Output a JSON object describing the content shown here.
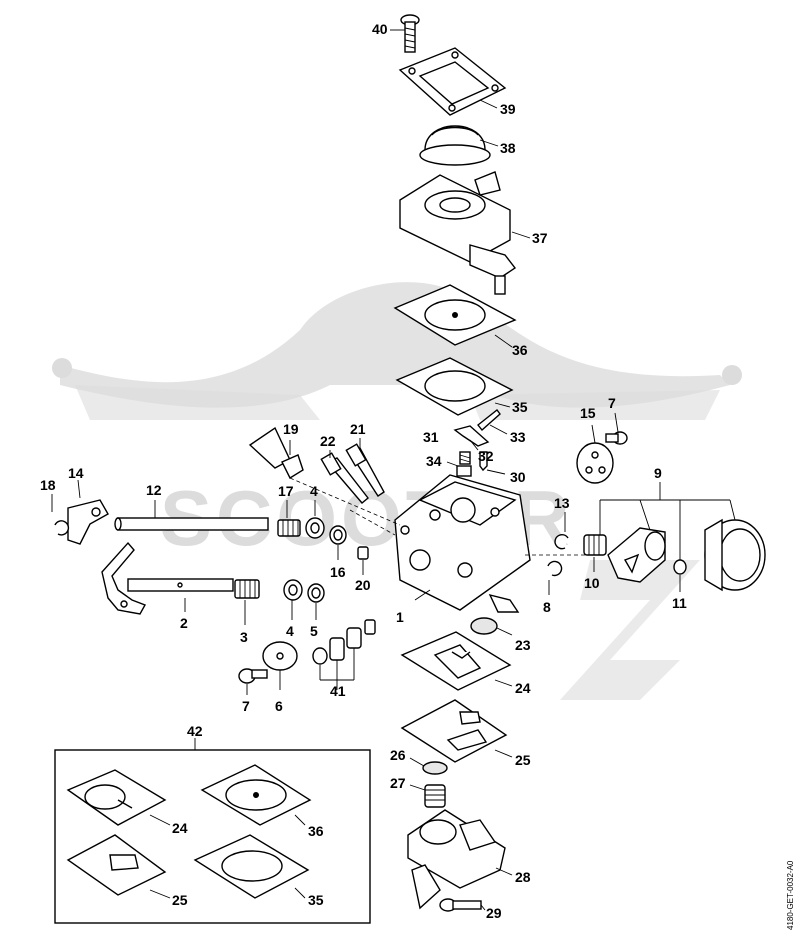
{
  "watermark": {
    "brand": "SCOOTER"
  },
  "reference_code": "4180-GET-0032-A0",
  "kit_label": "42",
  "callouts": {
    "c1": "1",
    "c2": "2",
    "c3": "3",
    "c4a": "4",
    "c4b": "4",
    "c5": "5",
    "c6": "6",
    "c7a": "7",
    "c7b": "7",
    "c8": "8",
    "c9": "9",
    "c10": "10",
    "c11": "11",
    "c12": "12",
    "c13": "13",
    "c14": "14",
    "c15": "15",
    "c16": "16",
    "c17": "17",
    "c18": "18",
    "c19": "19",
    "c20": "20",
    "c21": "21",
    "c22": "22",
    "c23": "23",
    "c24": "24",
    "c25": "25",
    "c26": "26",
    "c27": "27",
    "c28": "28",
    "c29": "29",
    "c30": "30",
    "c31": "31",
    "c32": "32",
    "c33": "33",
    "c34": "34",
    "c35": "35",
    "c36": "36",
    "c37": "37",
    "c38": "38",
    "c39": "39",
    "c40": "40",
    "c41": "41",
    "k24": "24",
    "k36": "36",
    "k25": "25",
    "k35": "35"
  }
}
